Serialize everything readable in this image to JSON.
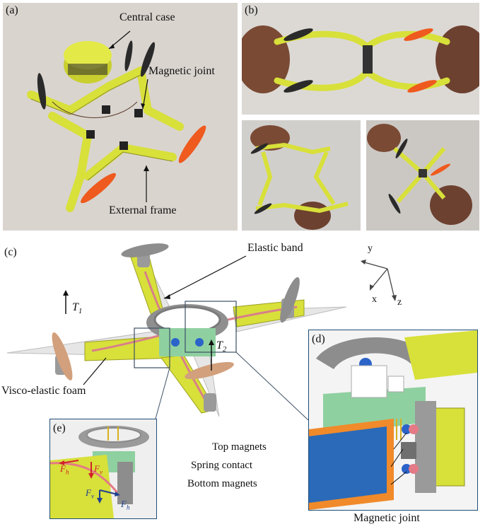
{
  "panels": {
    "a": "(a)",
    "b": "(b)",
    "c": "(c)",
    "d": "(d)",
    "e": "(e)"
  },
  "labels_a": {
    "central_case": "Central case",
    "magnetic_joint": "Magnetic joint",
    "external_frame": "External frame"
  },
  "labels_c": {
    "elastic_band": "Elastic band",
    "visco_foam": "Visco-elastic foam",
    "t1": "T",
    "t1_sub": "1",
    "t2": "T",
    "t2_sub": "2",
    "axis_y": "y",
    "axis_x": "x",
    "axis_z": "z"
  },
  "labels_d": {
    "top_magnets": "Top magnets",
    "spring_contact": "Spring contact",
    "bottom_magnets": "Bottom magnets",
    "caption": "Magnetic joint"
  },
  "labels_e": {
    "fh": "F",
    "fh_sub": "h",
    "fv": "F",
    "fv_sub": "v",
    "fv2": "F",
    "fv2_sub": "v",
    "fh2": "F",
    "fh2_sub": "h"
  },
  "colors": {
    "frame_yellow": "#d8e03a",
    "propeller_orange": "#ef5a1e",
    "propeller_black": "#2a2a2a",
    "inset_border": "#1f4e79",
    "force_red": "#d0202a",
    "force_blue": "#1f3f8f"
  }
}
